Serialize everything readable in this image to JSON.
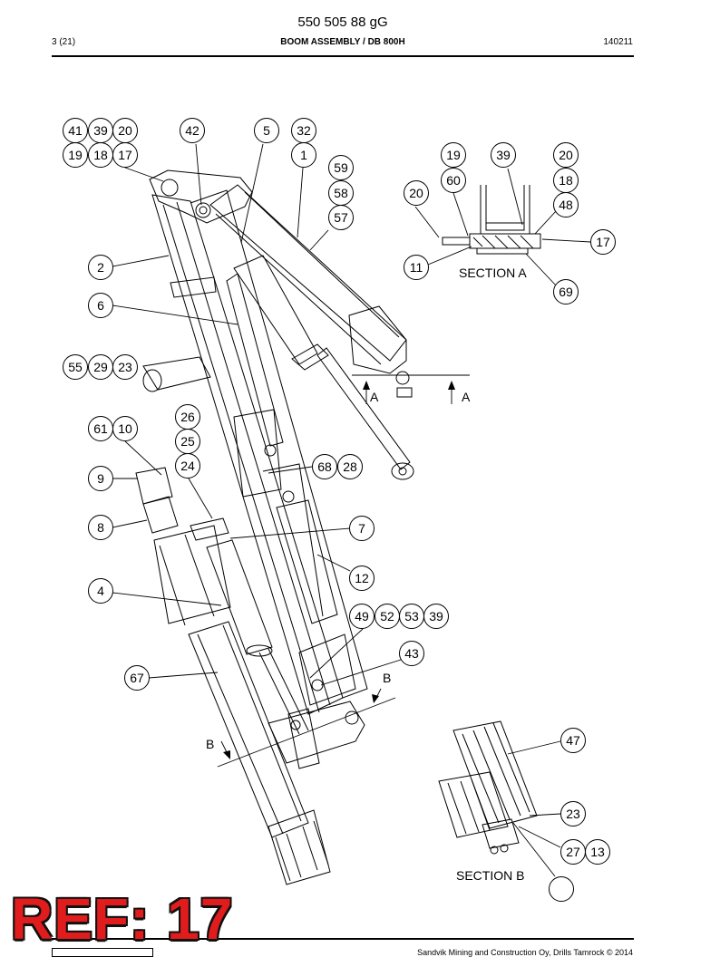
{
  "header": {
    "doc_number": "550 505 88 gG",
    "page": "3 (21)",
    "title": "BOOM ASSEMBLY / DB 800H",
    "date": "140211"
  },
  "drawing": {
    "section_labels": {
      "a": "SECTION A",
      "b": "SECTION B"
    },
    "cut_letters": {
      "a": "A",
      "b": "B"
    },
    "balloons": [
      "41",
      "39",
      "20",
      "19",
      "18",
      "17",
      "42",
      "5",
      "32",
      "1",
      "59",
      "58",
      "57",
      "2",
      "6",
      "55",
      "29",
      "23",
      "26",
      "25",
      "24",
      "61",
      "10",
      "9",
      "8",
      "4",
      "67",
      "68",
      "28",
      "7",
      "12",
      "49",
      "52",
      "53",
      "39",
      "43",
      "20",
      "19",
      "60",
      "39",
      "20",
      "18",
      "48",
      "17",
      "11",
      "69",
      "47",
      "23",
      "27",
      "13"
    ]
  },
  "footer": {
    "copyright": "Sandvik Mining and Construction Oy, Drills Tamrock © 2014"
  },
  "stamp": {
    "text": "REF: 17"
  }
}
